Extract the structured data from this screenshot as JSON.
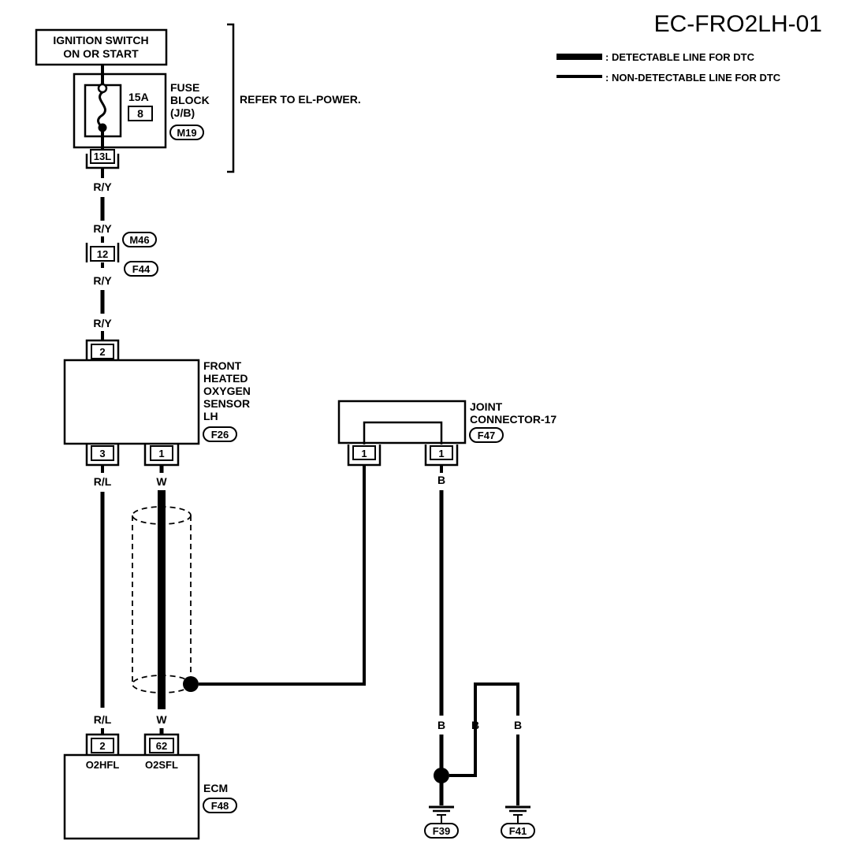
{
  "diagram_id": "EC-FRO2LH-01",
  "legend": {
    "detectable": ": DETECTABLE LINE FOR DTC",
    "non_detectable": ": NON-DETECTABLE LINE FOR DTC"
  },
  "ignition": {
    "line1": "IGNITION SWITCH",
    "line2": "ON OR START"
  },
  "fuse_block": {
    "amp": "15A",
    "num": "8",
    "label1": "FUSE",
    "label2": "BLOCK",
    "label3": "(J/B)",
    "connector": "M19",
    "terminal": "13L"
  },
  "refer": "REFER TO EL-POWER.",
  "wires": {
    "ry": "R/Y",
    "rl": "R/L",
    "w": "W",
    "b": "B"
  },
  "inline_connector": {
    "pin": "12",
    "male": "M46",
    "female": "F44"
  },
  "sensor": {
    "line1": "FRONT",
    "line2": "HEATED",
    "line3": "OXYGEN",
    "line4": "SENSOR",
    "line5": "LH",
    "connector": "F26",
    "pin_top": "2",
    "pin_left": "3",
    "pin_right": "1"
  },
  "joint": {
    "line1": "JOINT",
    "line2": "CONNECTOR-17",
    "connector": "F47",
    "pin_left": "1",
    "pin_right": "1"
  },
  "ecm": {
    "label": "ECM",
    "connector": "F48",
    "pin_left": "2",
    "pin_right": "62",
    "term_left": "O2HFL",
    "term_right": "O2SFL"
  },
  "grounds": {
    "left": "F39",
    "right": "F41"
  }
}
